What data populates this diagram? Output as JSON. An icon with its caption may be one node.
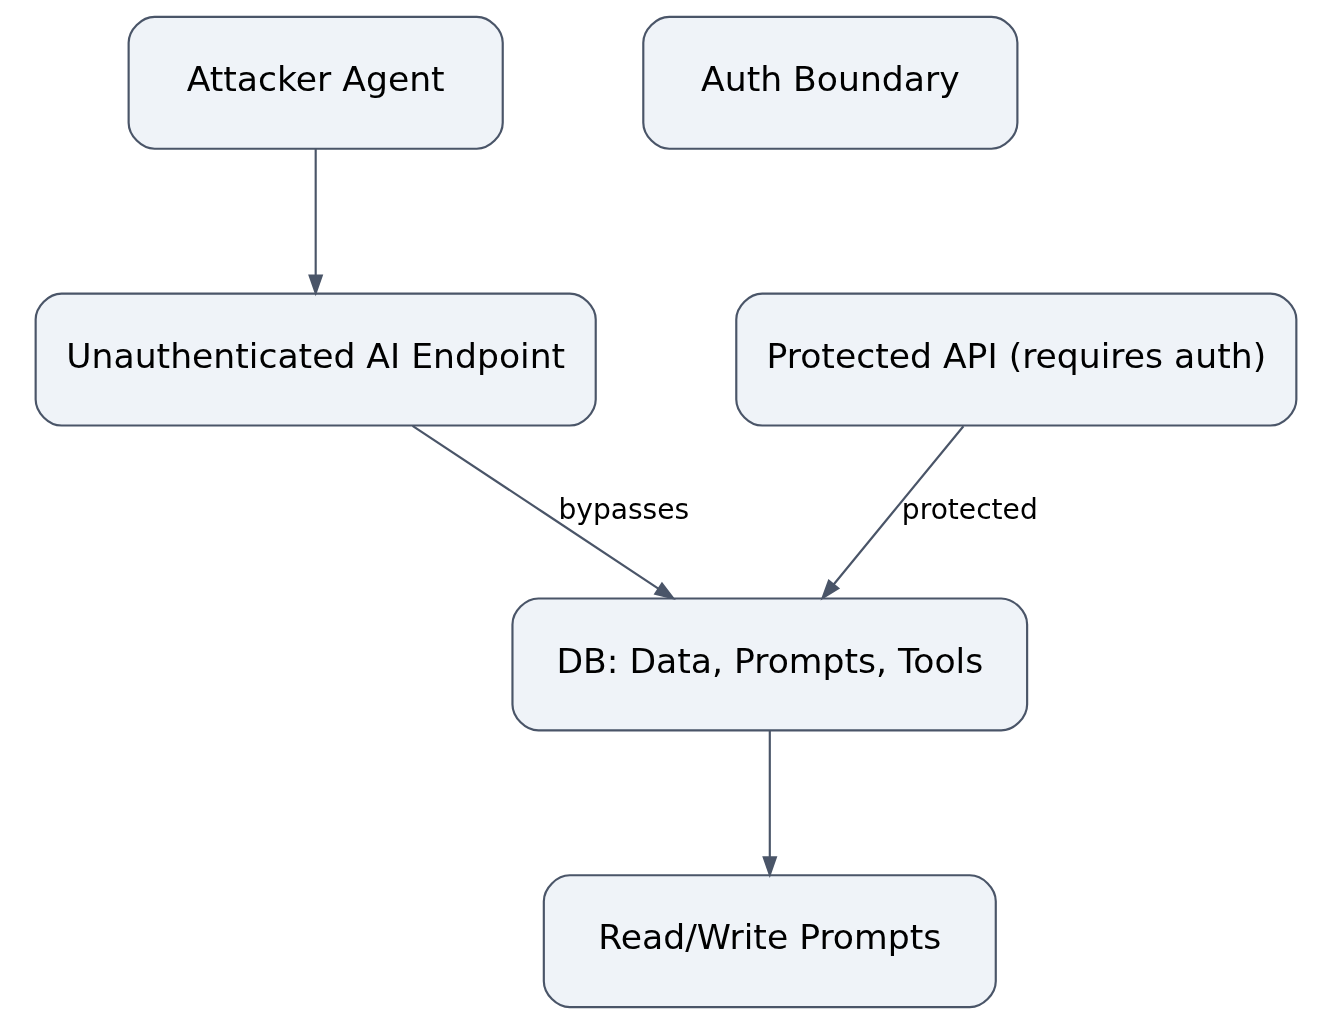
{
  "diagram": {
    "nodes": [
      {
        "text": [
          "Attacker Agent"
        ]
      },
      {
        "text": [
          "Auth Boundary"
        ]
      },
      {
        "text": [
          "Unauthenticated AI Endpoint"
        ]
      },
      {
        "text": [
          "Protected API (requires auth)"
        ]
      },
      {
        "text": [
          "DB: Data, Prompts, Tools"
        ]
      },
      {
        "text": [
          "Read/Write Prompts"
        ]
      }
    ],
    "edges": [
      {
        "from": 0,
        "to": 2,
        "arrow": "to"
      },
      {
        "from": 2,
        "to": 4,
        "arrow": "to",
        "label": "bypasses"
      },
      {
        "from": 3,
        "to": 4,
        "arrow": "to",
        "label": "protected"
      },
      {
        "from": 4,
        "to": 5,
        "arrow": "to"
      }
    ]
  }
}
